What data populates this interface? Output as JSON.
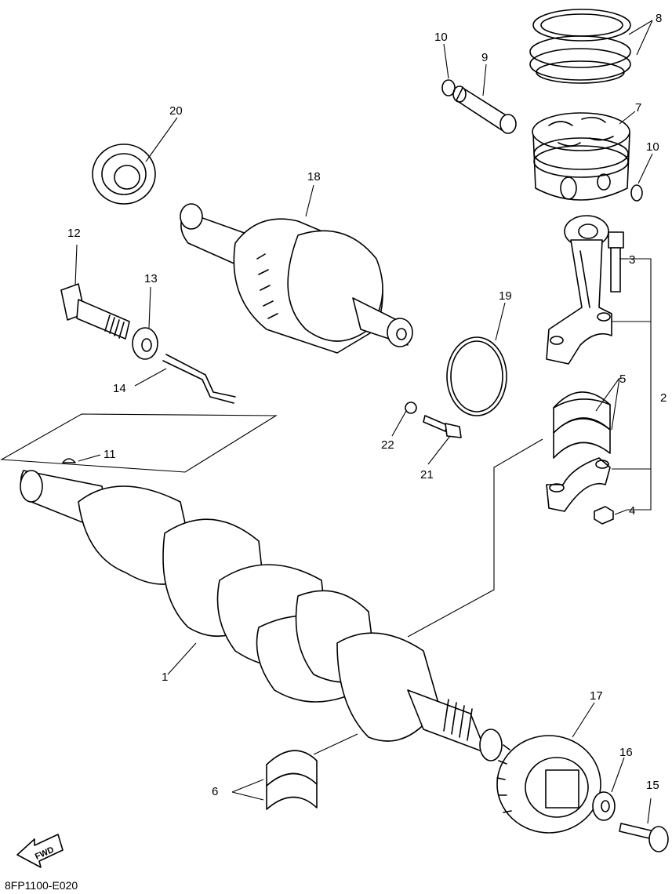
{
  "drawing_code": "8FP1100-E020",
  "fwd_label": "FWD",
  "callouts": [
    {
      "num": "1"
    },
    {
      "num": "2"
    },
    {
      "num": "3"
    },
    {
      "num": "4"
    },
    {
      "num": "5"
    },
    {
      "num": "6"
    },
    {
      "num": "7"
    },
    {
      "num": "8"
    },
    {
      "num": "9"
    },
    {
      "num": "10"
    },
    {
      "num": "10"
    },
    {
      "num": "11"
    },
    {
      "num": "12"
    },
    {
      "num": "13"
    },
    {
      "num": "14"
    },
    {
      "num": "15"
    },
    {
      "num": "16"
    },
    {
      "num": "17"
    },
    {
      "num": "18"
    },
    {
      "num": "19"
    },
    {
      "num": "20"
    },
    {
      "num": "21"
    },
    {
      "num": "22"
    }
  ]
}
